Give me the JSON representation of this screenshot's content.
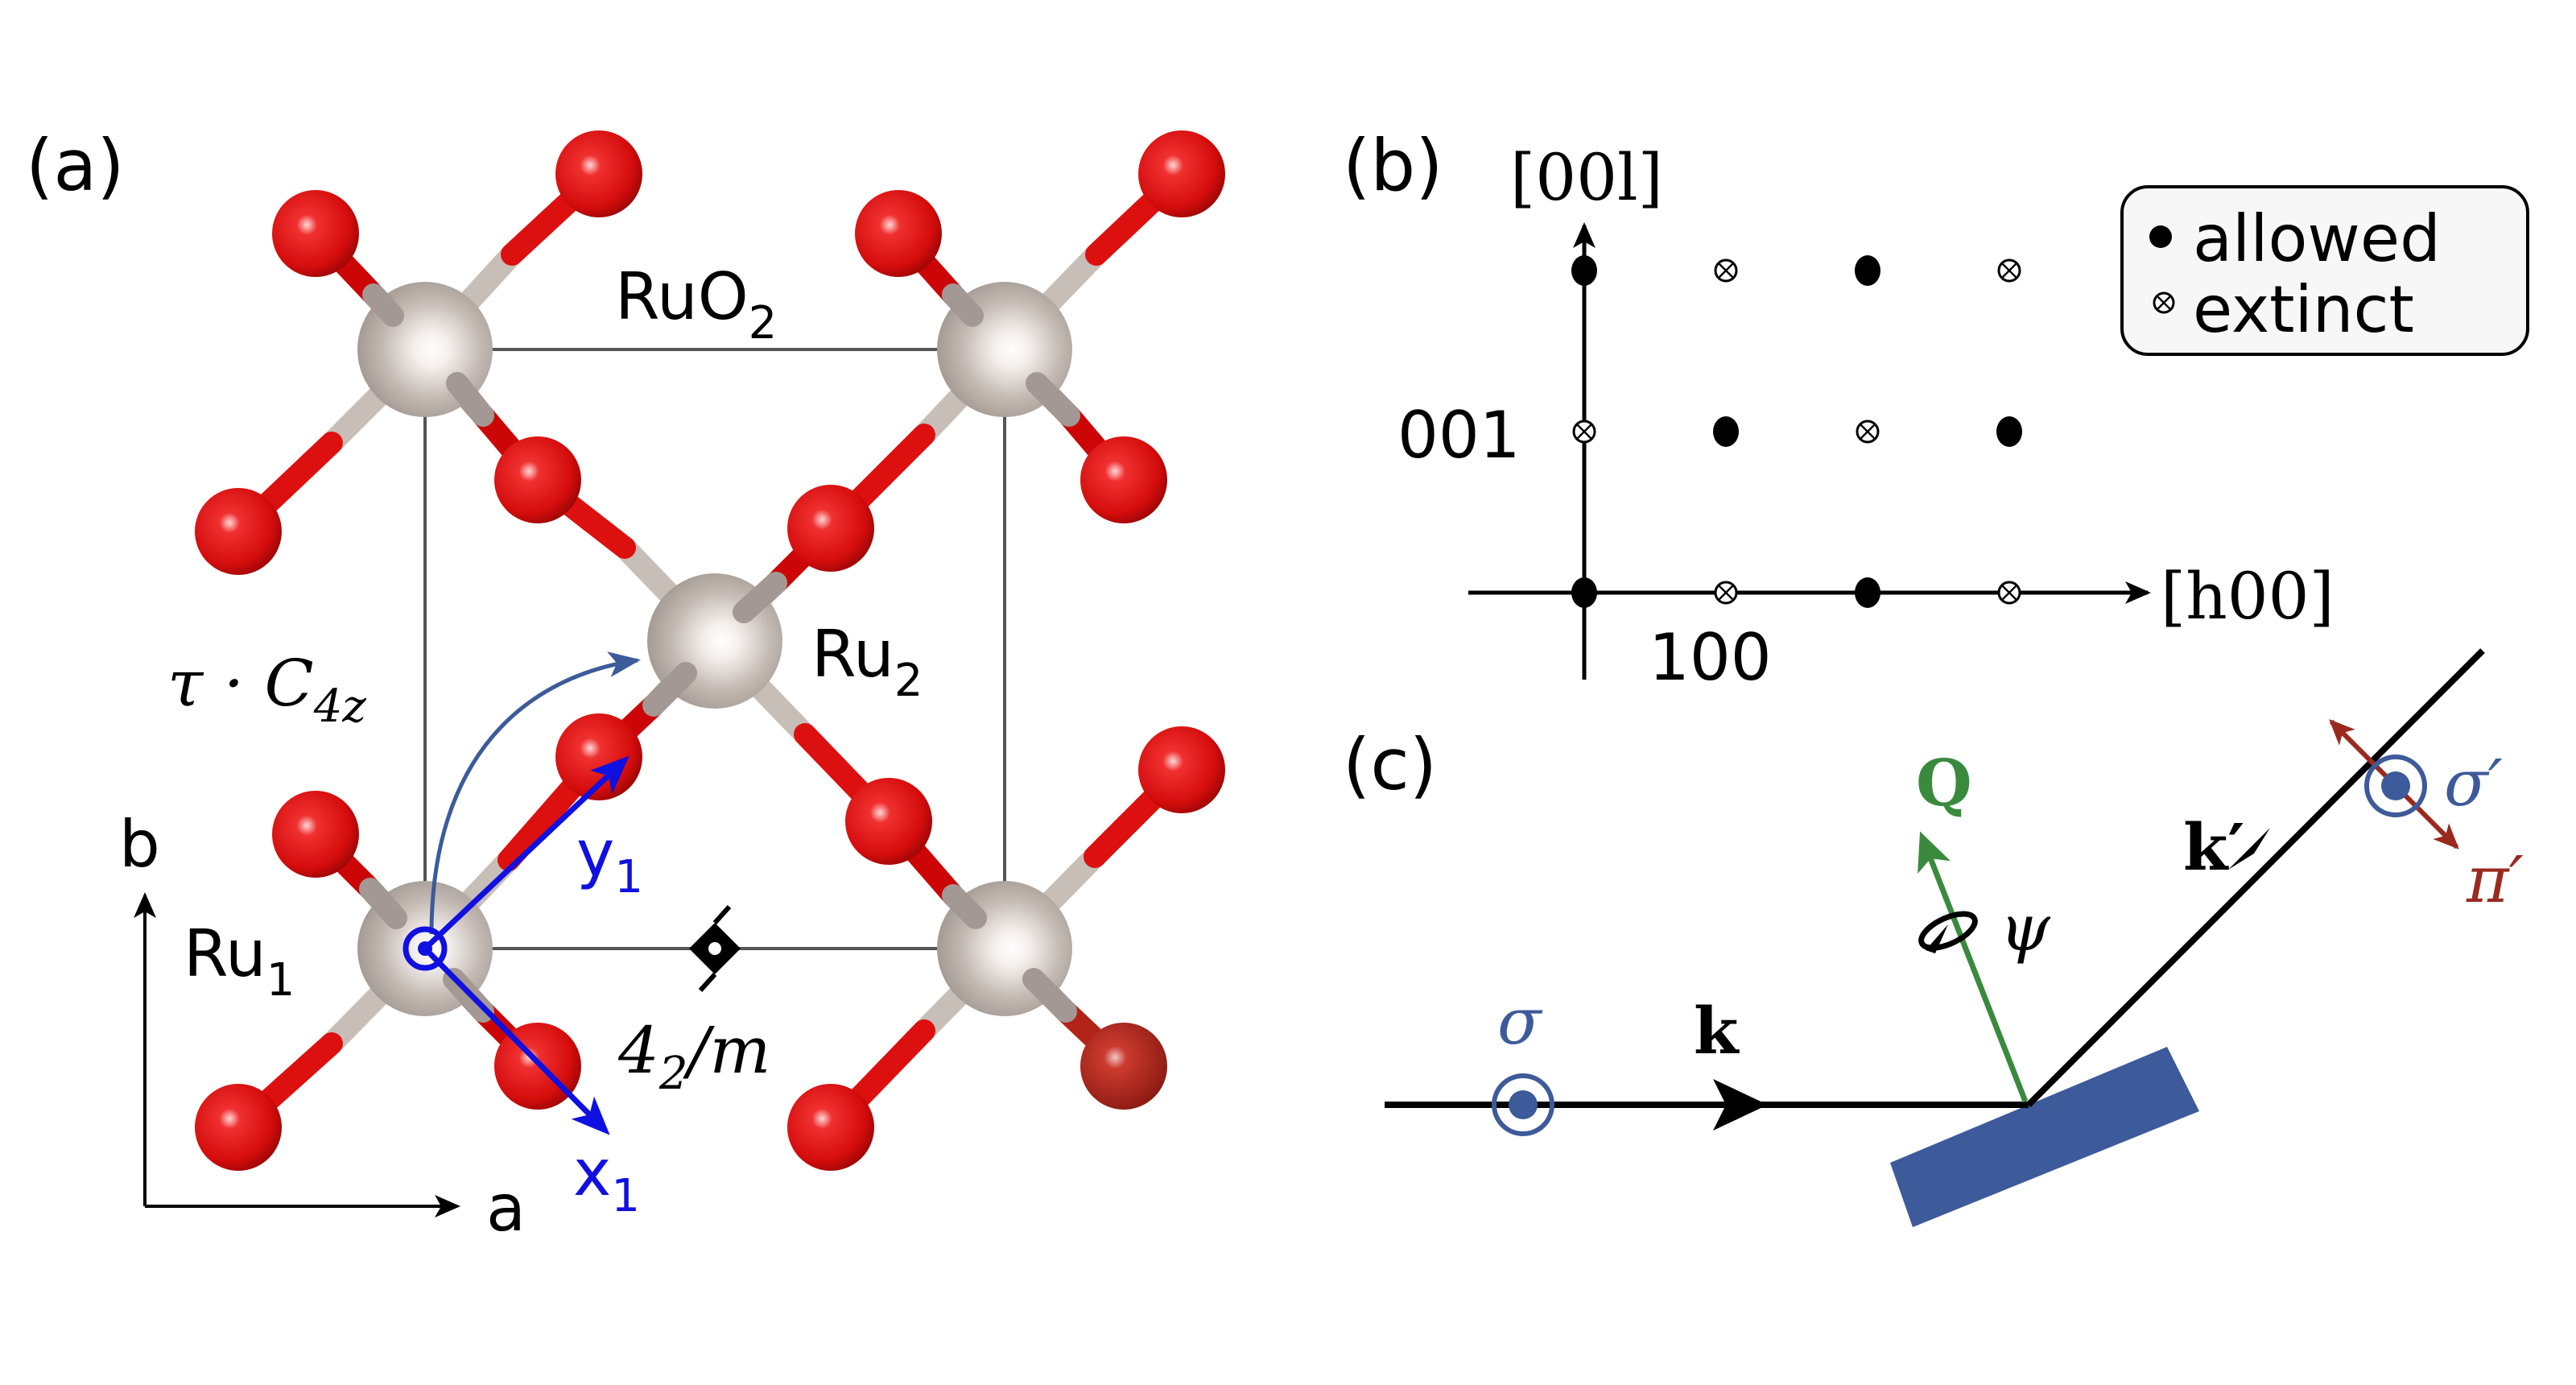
{
  "panel_a": {
    "label": "(a)",
    "compound": "RuO",
    "compound_sub": "2",
    "ru1": "Ru",
    "ru1_sub": "1",
    "ru2": "Ru",
    "ru2_sub": "2",
    "symmetry_op": "τ · C",
    "symmetry_op_sub": "4z",
    "screw_label": "4",
    "screw_label_sub": "2",
    "screw_label_tail": "/m",
    "axis_a": "a",
    "axis_b": "b",
    "local_x": "x",
    "local_x_sub": "1",
    "local_y": "y",
    "local_y_sub": "1",
    "colors": {
      "oxygen": "#e01010",
      "ruthenium": "#b9aea8",
      "local_axes": "#1010e0",
      "rotation_arrow": "#3b5b9a"
    }
  },
  "panel_b": {
    "label": "(b)",
    "axis_vertical": "[00l]",
    "axis_horizontal": "[h00]",
    "tick_vertical": "001",
    "tick_horizontal": "100",
    "legend": {
      "allowed": "allowed",
      "extinct": "extinct"
    },
    "reflections": [
      {
        "h": 0,
        "l": 0,
        "status": "allowed"
      },
      {
        "h": 1,
        "l": 0,
        "status": "extinct"
      },
      {
        "h": 2,
        "l": 0,
        "status": "allowed"
      },
      {
        "h": 3,
        "l": 0,
        "status": "extinct"
      },
      {
        "h": 0,
        "l": 1,
        "status": "extinct"
      },
      {
        "h": 1,
        "l": 1,
        "status": "allowed"
      },
      {
        "h": 2,
        "l": 1,
        "status": "extinct"
      },
      {
        "h": 3,
        "l": 1,
        "status": "allowed"
      },
      {
        "h": 0,
        "l": 2,
        "status": "allowed"
      },
      {
        "h": 1,
        "l": 2,
        "status": "extinct"
      },
      {
        "h": 2,
        "l": 2,
        "status": "allowed"
      },
      {
        "h": 3,
        "l": 2,
        "status": "extinct"
      }
    ]
  },
  "panel_c": {
    "label": "(c)",
    "k_in": "k",
    "k_out": "k′",
    "q": "Q",
    "psi": "ψ",
    "sigma_in": "σ",
    "sigma_out": "σ′",
    "pi_out": "π′",
    "colors": {
      "sample": "#3d5a9a",
      "q_vector": "#3a8a3e",
      "sigma": "#3d5a9a",
      "pi": "#9a2a20"
    }
  }
}
